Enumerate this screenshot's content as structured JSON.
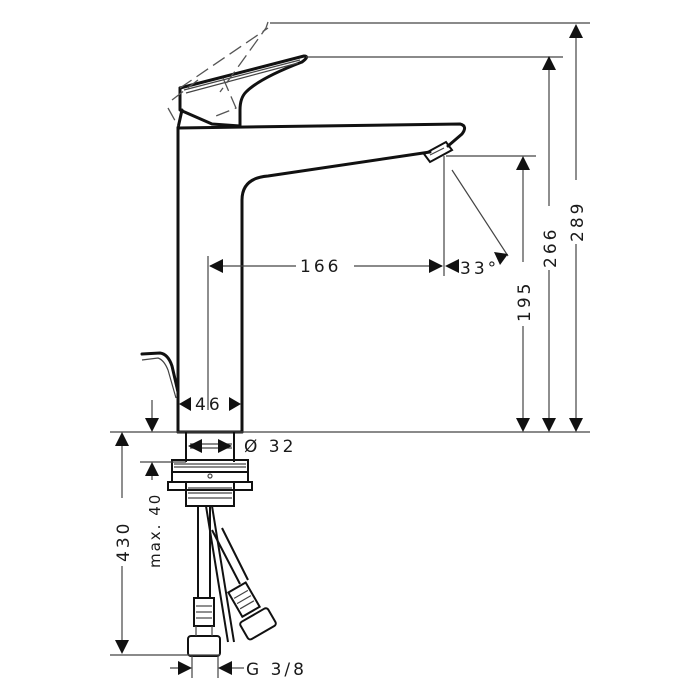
{
  "drawing": {
    "subject": "Single-lever basin mixer faucet dimension drawing",
    "units": "mm",
    "dimensions": {
      "total_height": "289",
      "spout_top_height": "266",
      "spout_outlet_height": "195",
      "spout_reach": "166",
      "spout_angle": "33°",
      "body_diameter": "46",
      "shank_diameter": "Ø 32",
      "max_deck_thickness": "max. 40",
      "hose_length": "430",
      "connection_thread": "G 3/8"
    }
  }
}
